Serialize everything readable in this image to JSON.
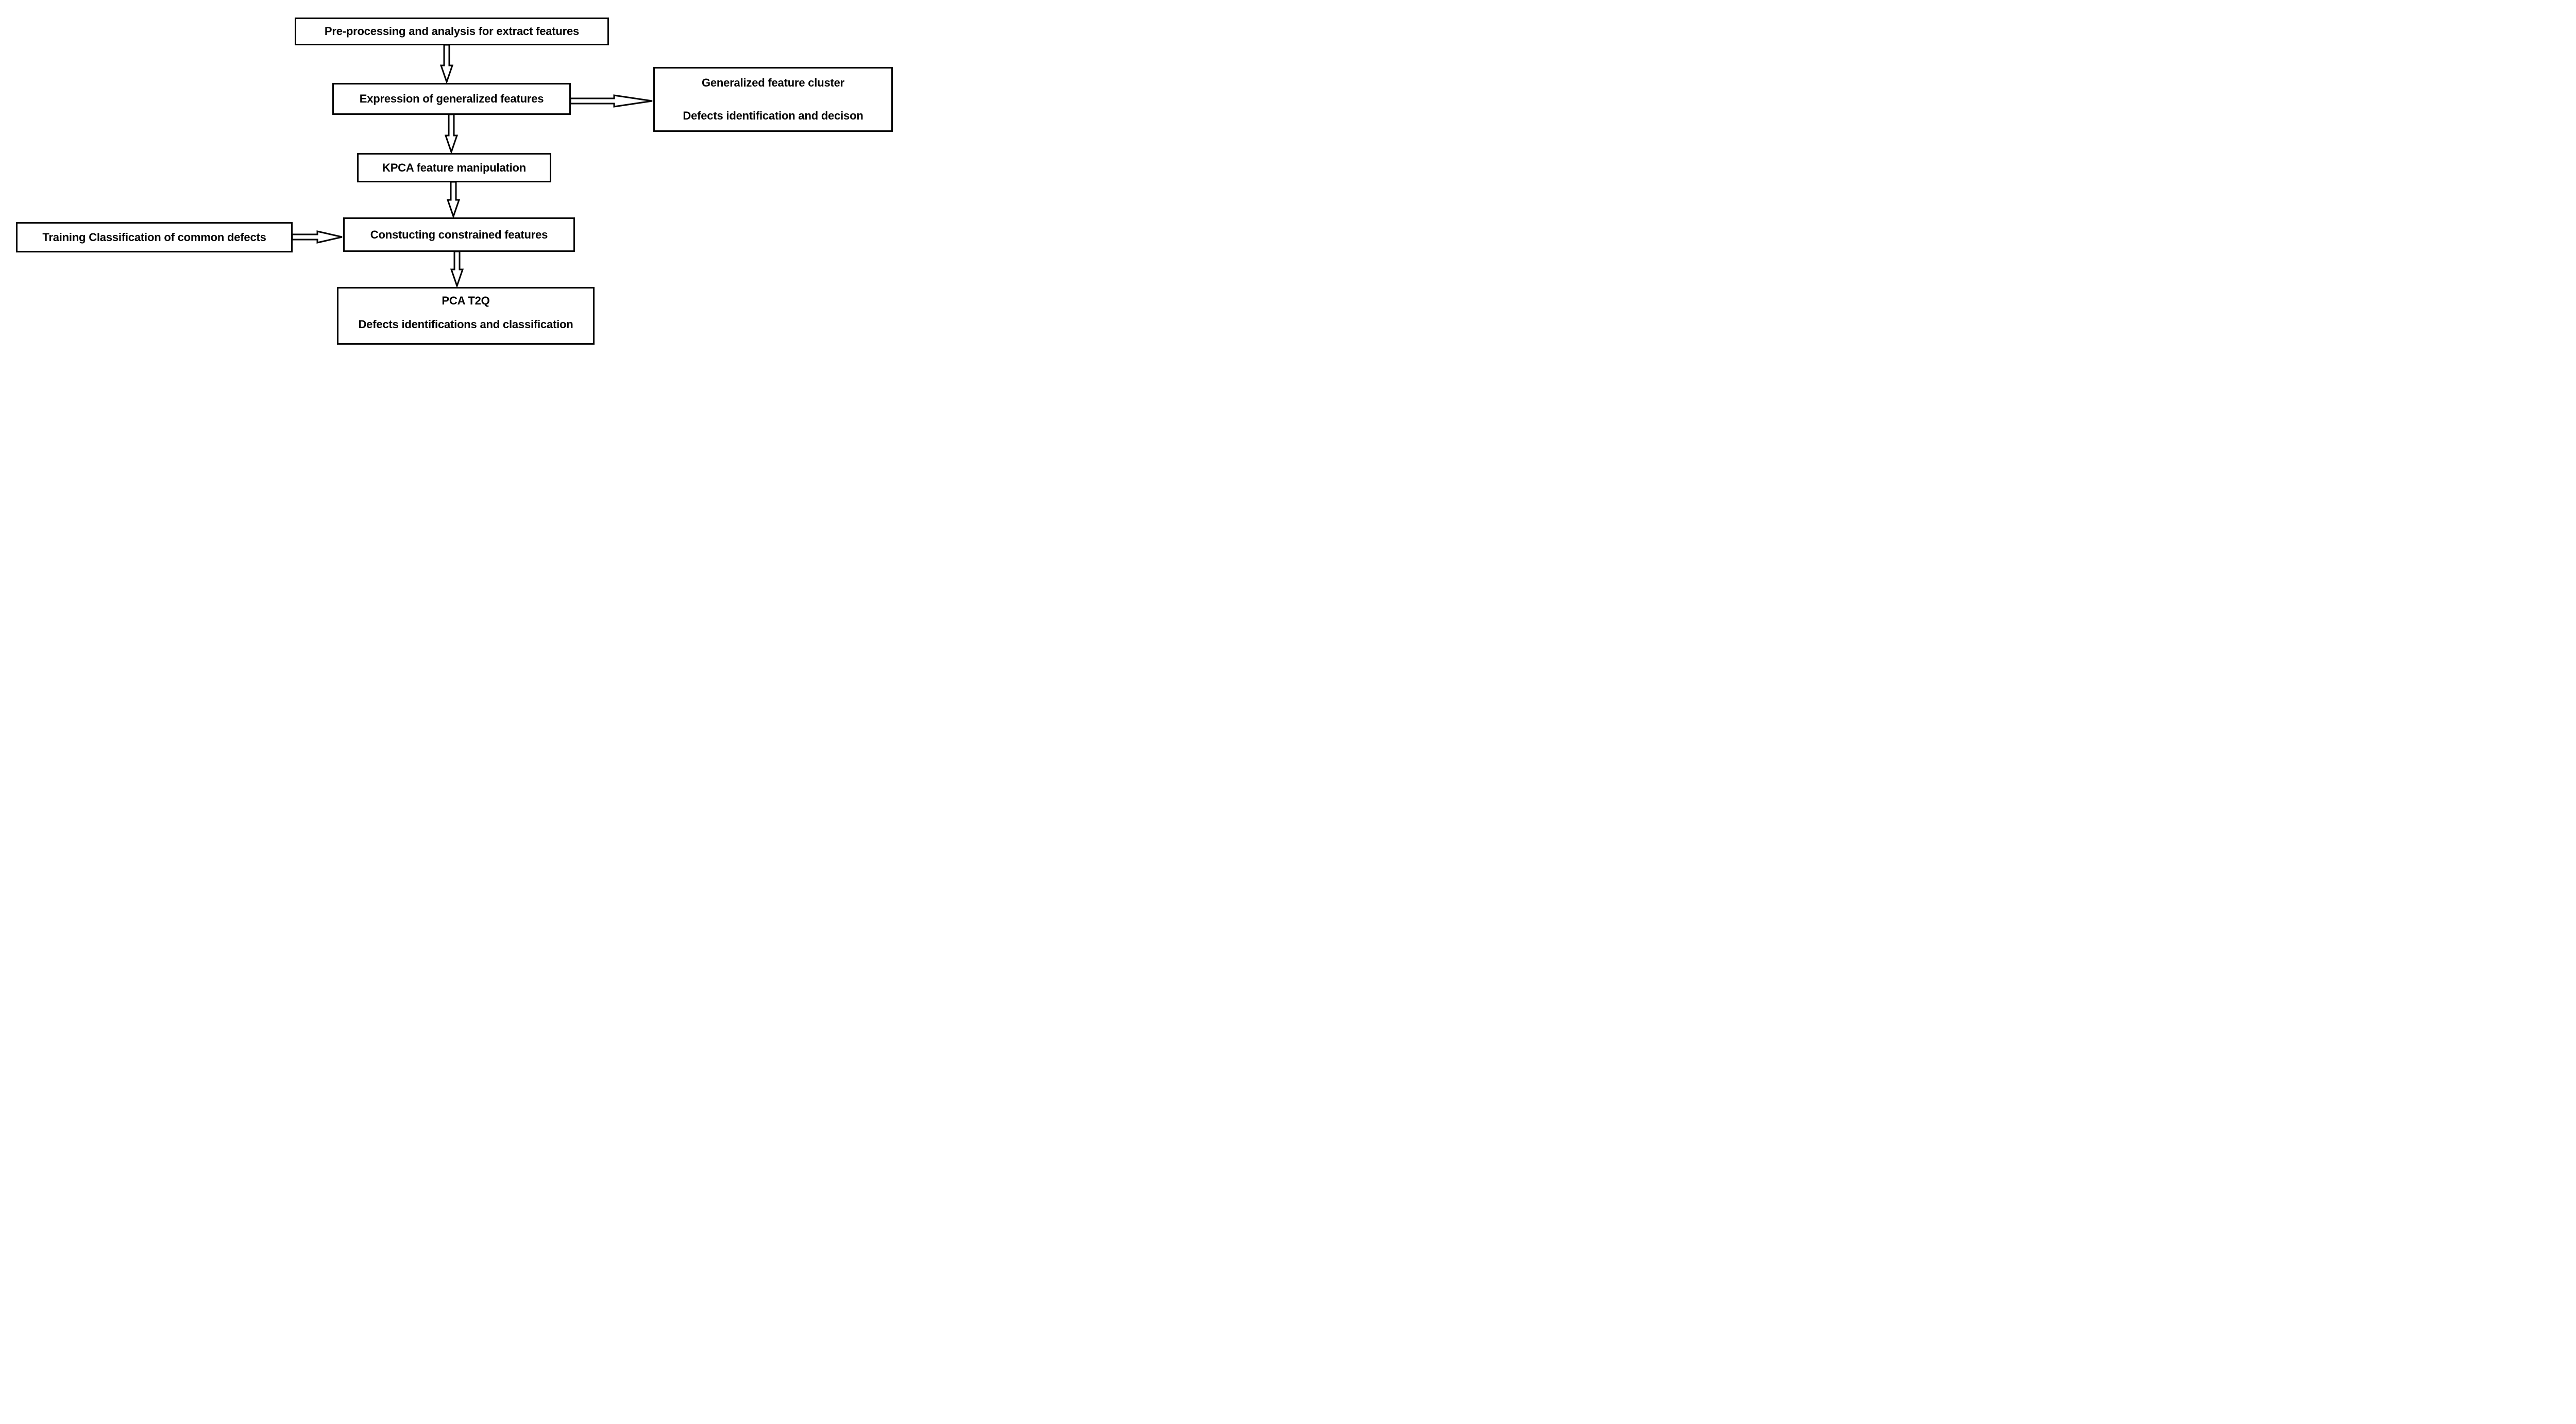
{
  "page": {
    "background": "#ffffff"
  },
  "flowchart": {
    "type": "flowchart",
    "colors": {
      "box_border": "#000000",
      "box_fill": "#ffffff",
      "text": "#000000",
      "arrow_outline": "#000000",
      "arrow_fill": "#ffffff"
    },
    "nodes": {
      "preprocessing": {
        "label": "Pre-processing and analysis for extract features"
      },
      "expression": {
        "label": "Expression of generalized features"
      },
      "generalized_cluster": {
        "line1": "Generalized feature cluster",
        "line2": "Defects identification and decison"
      },
      "kpca": {
        "label": "KPCA feature manipulation"
      },
      "training": {
        "label": "Training Classification of common defects"
      },
      "constructing": {
        "label": "Constucting constrained features"
      },
      "pca_t2q": {
        "line1": "PCA T2Q",
        "line2": "Defects identifications and classification"
      }
    },
    "edges": [
      {
        "from": "preprocessing",
        "to": "expression",
        "direction": "down"
      },
      {
        "from": "expression",
        "to": "generalized_cluster",
        "direction": "right"
      },
      {
        "from": "expression",
        "to": "kpca",
        "direction": "down"
      },
      {
        "from": "kpca",
        "to": "constructing",
        "direction": "down"
      },
      {
        "from": "training",
        "to": "constructing",
        "direction": "right"
      },
      {
        "from": "constructing",
        "to": "pca_t2q",
        "direction": "down"
      }
    ]
  }
}
